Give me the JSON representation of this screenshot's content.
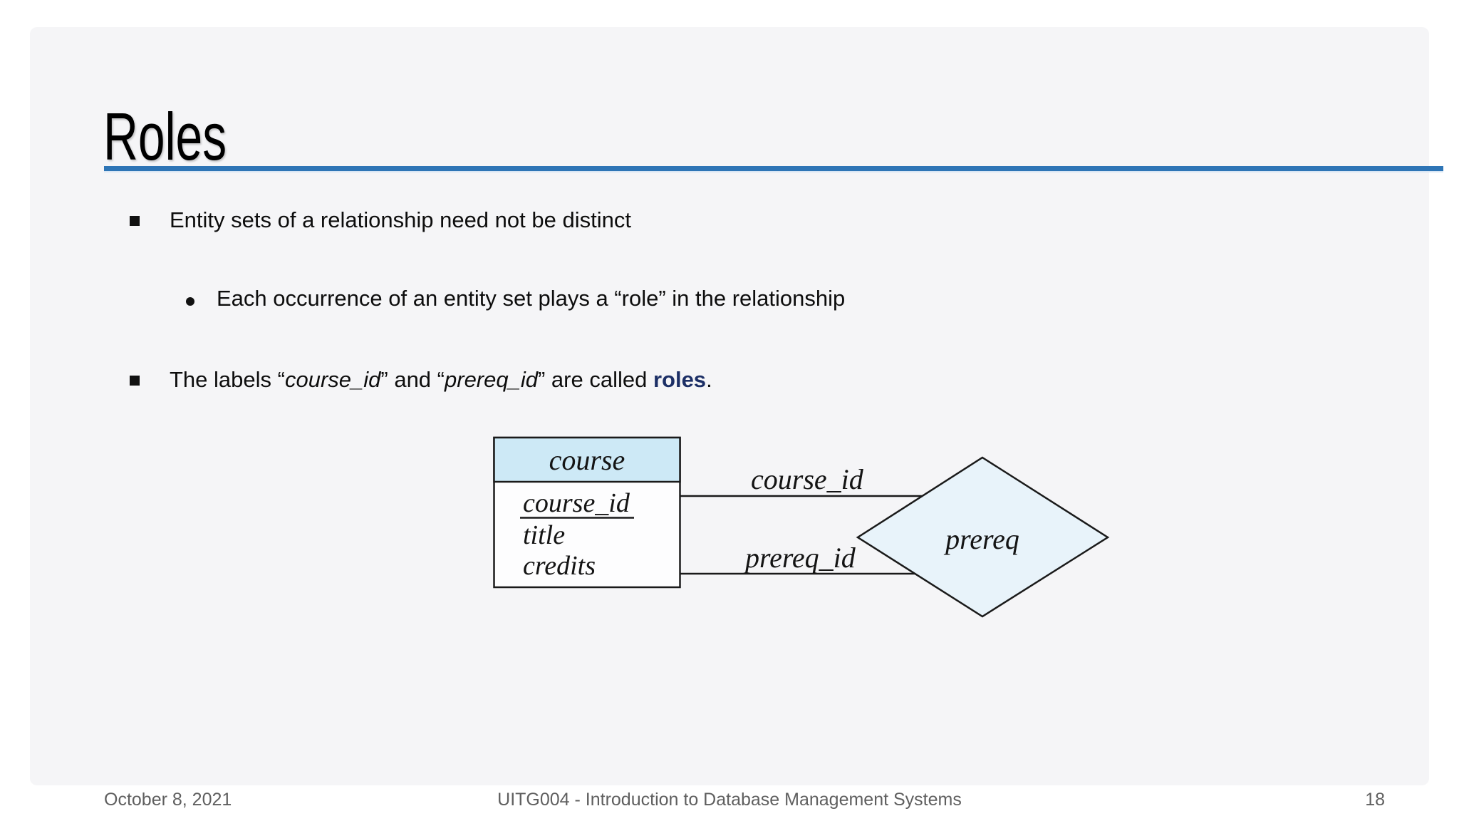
{
  "slide": {
    "title": "Roles",
    "bullets": {
      "b1": "Entity sets of a relationship need not be distinct",
      "b2": "Each occurrence of an entity set plays a “role” in the relationship",
      "b3": {
        "segments": [
          "The labels “",
          "course_id",
          "” and “",
          "prereq_id",
          "” are called ",
          "roles",
          "."
        ]
      }
    },
    "footer": {
      "date": "October 8, 2021",
      "course": "UITG004 - Introduction to Database Management Systems",
      "page_number": "18"
    }
  },
  "diagram": {
    "entity": {
      "name": "course",
      "attributes": [
        "course_id",
        "title",
        "credits"
      ],
      "key_attribute": "course_id"
    },
    "relationship": {
      "name": "prereq"
    },
    "role_labels": [
      "course_id",
      "prereq_id"
    ],
    "colors": {
      "entity_header_fill": "#cde9f6",
      "entity_body_fill": "#fdfdfe",
      "diamond_fill": "#e8f3fa",
      "diagram_stroke": "#1a1a1a",
      "title_rule_blue": "#2e75b6",
      "roles_accent_navy": "#1c2f66",
      "slide_background": "#f5f5f7",
      "footer_gray": "#5f5f5f"
    }
  }
}
